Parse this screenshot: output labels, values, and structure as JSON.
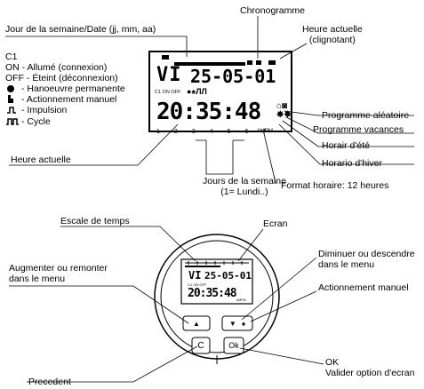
{
  "top": {
    "labels": {
      "day_date": "Jour de la semaine/Date (jj, mm, aa)",
      "chronogram": "Chronogramme",
      "current_time_blink_1": "Heure actuelle",
      "current_time_blink_2": "(clignotant)",
      "random_program": "Programme aléatoire",
      "vacation_program": "Programme vacances",
      "summer_time": "Horair d'été",
      "winter_time": "Horario d'hiver",
      "time_format": "Format horaire: 12 heures",
      "current_time": "Heure actuelle",
      "weekdays_1": "Jours de la semaine",
      "weekdays_2": "(1= Lundi..)"
    },
    "legend": {
      "title": "C1",
      "on": "ON - Allumé (connexion)",
      "off": "OFF - Éteint (déconnexion)",
      "permanent": "- Hanoeuvre permanente",
      "manual": "- Actionnement manuel",
      "pulse": "- Impulsion",
      "cycle": "- Cycle"
    },
    "lcd": {
      "day": "VI",
      "date": "25-05-01",
      "c1_on_off": "C1 ON OFF",
      "time": "20:35:48",
      "weekday_numbers": [
        "1",
        "2",
        "3",
        "4",
        "5",
        "6",
        "7"
      ],
      "ampm": "AMPM"
    }
  },
  "bottom": {
    "labels": {
      "time_scale": "Escale de temps",
      "screen": "Ecran",
      "increase_1": "Augmenter ou remonter",
      "increase_2": "dans le menu",
      "decrease_1": "Diminuer ou descendre",
      "decrease_2": "dans le menu",
      "manual_action": "Actionnement manuel",
      "ok_1": "OK",
      "ok_2": "Valider option d'ecran",
      "previous": "Precedent"
    },
    "buttons": {
      "up": "▲",
      "down": "▼",
      "c": "C",
      "ok": "Ok"
    },
    "lcd": {
      "day": "VI",
      "date": "25-05-01",
      "c1_on_off": "C1 ON OFF",
      "time": "20:35:48",
      "ampm": "AMPM"
    }
  }
}
